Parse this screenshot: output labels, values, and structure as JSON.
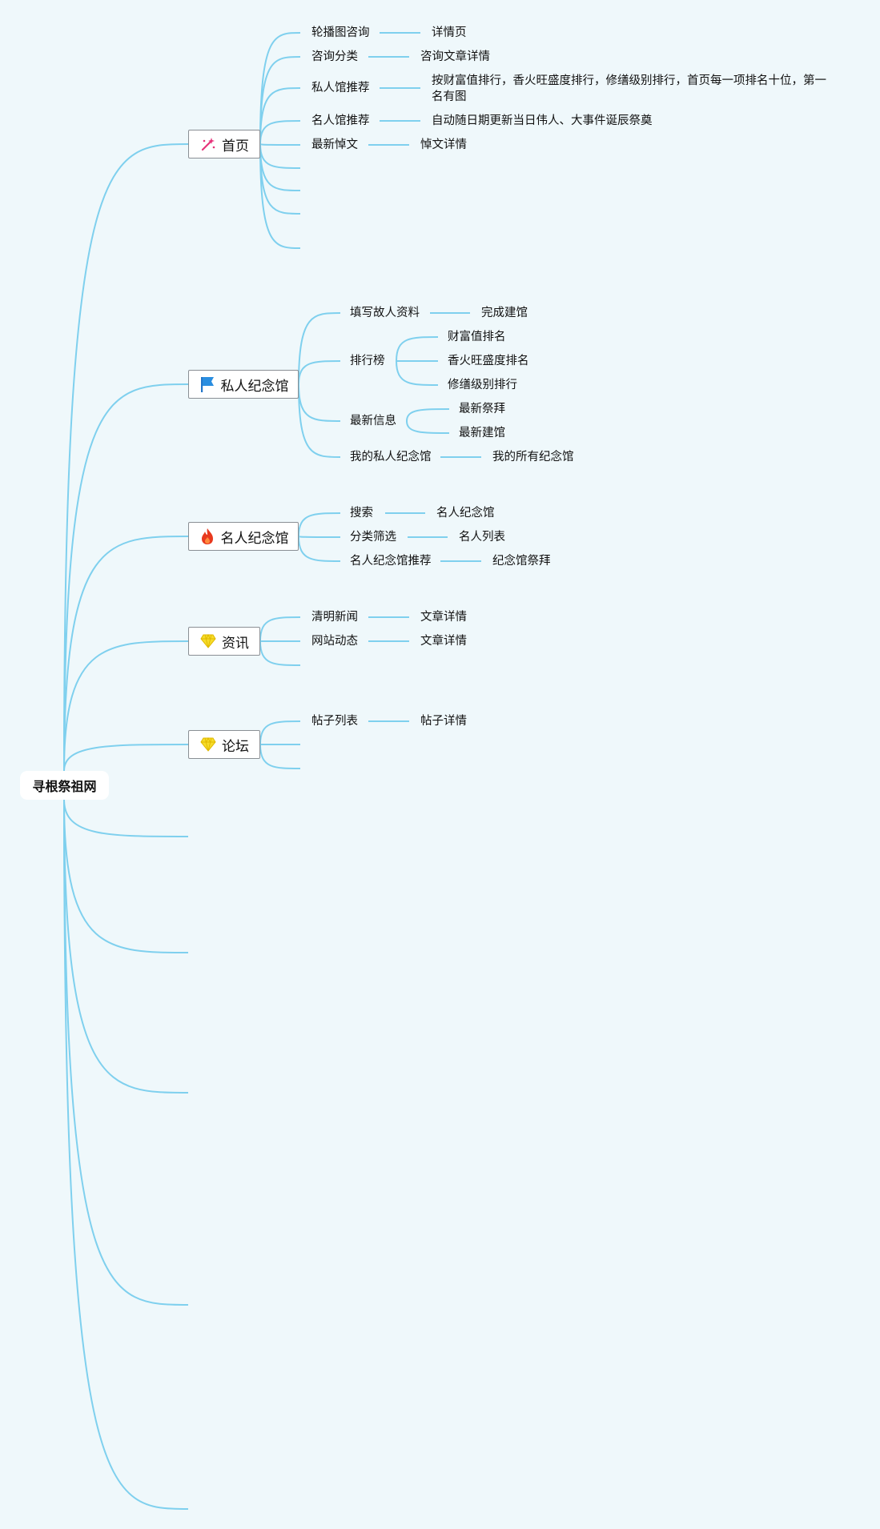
{
  "root": {
    "label": "寻根祭祖网"
  },
  "branches": {
    "home": {
      "label": "首页",
      "icon": "magic-wand-icon",
      "items": [
        {
          "label": "轮播图咨询",
          "detail": "详情页"
        },
        {
          "label": "咨询分类",
          "detail": "咨询文章详情"
        },
        {
          "label": "私人馆推荐",
          "detail": "按财富值排行，香火旺盛度排行，修缮级别排行，首页每一项排名十位，第一名有图"
        },
        {
          "label": "名人馆推荐",
          "detail": "自动随日期更新当日伟人、大事件诞辰祭奠"
        },
        {
          "label": "最新悼文",
          "detail": "悼文详情"
        }
      ]
    },
    "private_memorial": {
      "label": "私人纪念馆",
      "icon": "blue-flag-icon",
      "fill_in": {
        "label": "填写故人资料",
        "detail": "完成建馆"
      },
      "ranking": {
        "label": "排行榜",
        "items": [
          "财富值排名",
          "香火旺盛度排名",
          "修缮级别排行"
        ]
      },
      "latest": {
        "label": "最新信息",
        "items": [
          "最新祭拜",
          "最新建馆"
        ]
      },
      "mine": {
        "label": "我的私人纪念馆",
        "detail": "我的所有纪念馆"
      }
    },
    "celebrity_memorial": {
      "label": "名人纪念馆",
      "icon": "fire-icon",
      "items": [
        {
          "label": "搜索",
          "detail": "名人纪念馆"
        },
        {
          "label": "分类筛选",
          "detail": "名人列表"
        },
        {
          "label": "名人纪念馆推荐",
          "detail": "纪念馆祭拜"
        }
      ]
    },
    "news": {
      "label": "资讯",
      "icon": "yellow-diamond-icon",
      "items": [
        {
          "label": "清明新闻",
          "detail": "文章详情"
        },
        {
          "label": "网站动态",
          "detail": "文章详情"
        }
      ]
    },
    "forum": {
      "label": "论坛",
      "icon": "yellow-diamond-icon",
      "items": [
        {
          "label": "帖子列表",
          "detail": "帖子详情"
        }
      ]
    }
  },
  "colors": {
    "connector": "#7fd0ee",
    "background": "#eff8fb"
  }
}
